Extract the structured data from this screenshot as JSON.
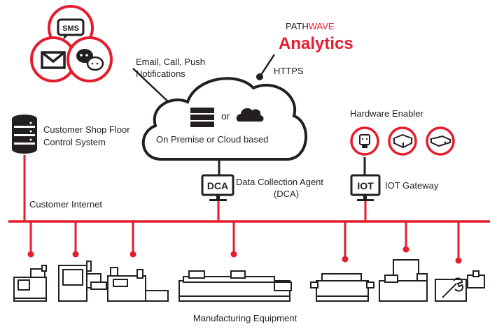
{
  "brand": {
    "line1_part1": "PATH",
    "line1_part2": "WAVE",
    "line2": "Analytics",
    "accent_color": "#e41d2d"
  },
  "notifications": {
    "icons": [
      "sms-icon",
      "mail-icon",
      "chat-icon"
    ],
    "sms_badge": "SMS",
    "label_line1": "Email, Call, Push",
    "label_line2": "Notifications"
  },
  "https_label": "HTTPS",
  "cloud": {
    "or_text": "or",
    "caption": "On Premise or Cloud based",
    "icons": [
      "server-icon",
      "cloud-icon"
    ]
  },
  "shop_floor": {
    "icon": "database-icon",
    "label_line1": "Customer Shop Floor",
    "label_line2": "Control System"
  },
  "hardware": {
    "title": "Hardware Enabler",
    "icons": [
      "usb-dongle-icon",
      "box-device-icon",
      "router-device-icon"
    ]
  },
  "dca": {
    "badge": "DCA",
    "label_line1": "Data Collection Agent",
    "label_line2": "(DCA)"
  },
  "iot": {
    "badge": "IOT",
    "label": "IOT Gateway"
  },
  "network_label": "Customer Internet",
  "equipment_label": "Manufacturing Equipment",
  "colors": {
    "red": "#e41d2d",
    "dark": "#231f20",
    "gray": "#f2f2f2"
  }
}
